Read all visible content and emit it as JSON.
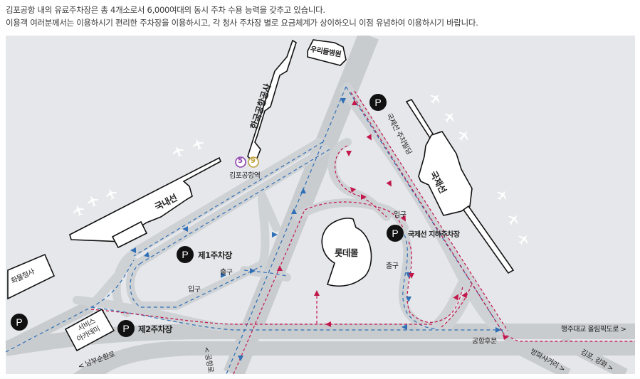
{
  "intro": {
    "line1": "김포공항 내의 유료주차장은 총 4개소로서 6,000여대의 동시 주차 수용 능력을 갖추고 있습니다.",
    "line2": "이용객 여러분께서는 이용하시기 편리한 주차장을 이용하시고, 각 청사 주차장 별로 요금체계가 상이하오니 이점 유념하여 이용하시기 바랍니다."
  },
  "colors": {
    "map_bg": "#e5e7ea",
    "road": "#c9cccf",
    "route_blue": "#2f6fb5",
    "route_red": "#c2174b",
    "badge": "#111111",
    "subway_line5": "#8e44ad",
    "subway_line9": "#bfa240"
  },
  "map": {
    "buildings": {
      "domestic": "국내선",
      "international": "국제선",
      "kac": "한국공항공사",
      "hospital": "우리들병원",
      "cargo": "화물청사",
      "academy_line1": "서비스",
      "academy_line2": "아카데미",
      "lotte": "롯데몰",
      "intl_parking_building": "국제선 주차빌딩"
    },
    "subway": {
      "line5": "5",
      "line9": "9",
      "station": "김포공항역"
    },
    "parking": {
      "badge": "P",
      "p1": "제1주차장",
      "p2": "제2주차장",
      "intl_underground": "국제선 지하주차장"
    },
    "labels": {
      "entrance": "입구",
      "exit": "출구",
      "rear_gate": "공항후문"
    },
    "roads": {
      "namboo": "< 남부순환로",
      "gonghang": "< 공항로",
      "haengju": "행주대교 올림픽도로 >",
      "banghwa": "방화사거리 >",
      "gimpo_ganghwa": "김포, 강화 >"
    }
  }
}
